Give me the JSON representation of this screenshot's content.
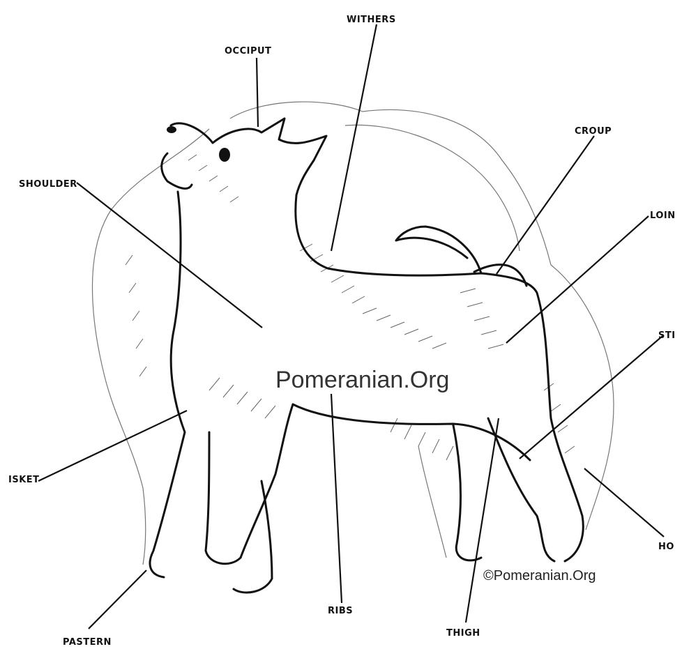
{
  "diagram": {
    "watermark": "Pomeranian.Org",
    "copyright": "©Pomeranian.Org",
    "labels": {
      "withers": "WITHERS",
      "occiput": "OCCIPUT",
      "croup": "CROUP",
      "shoulder": "SHOULDER",
      "loin": "LOIN",
      "stifle": "STI",
      "brisket": "ISKET",
      "hock": "HO",
      "pastern": "PASTERN",
      "ribs": "RIBS",
      "thigh": "THIGH"
    }
  }
}
